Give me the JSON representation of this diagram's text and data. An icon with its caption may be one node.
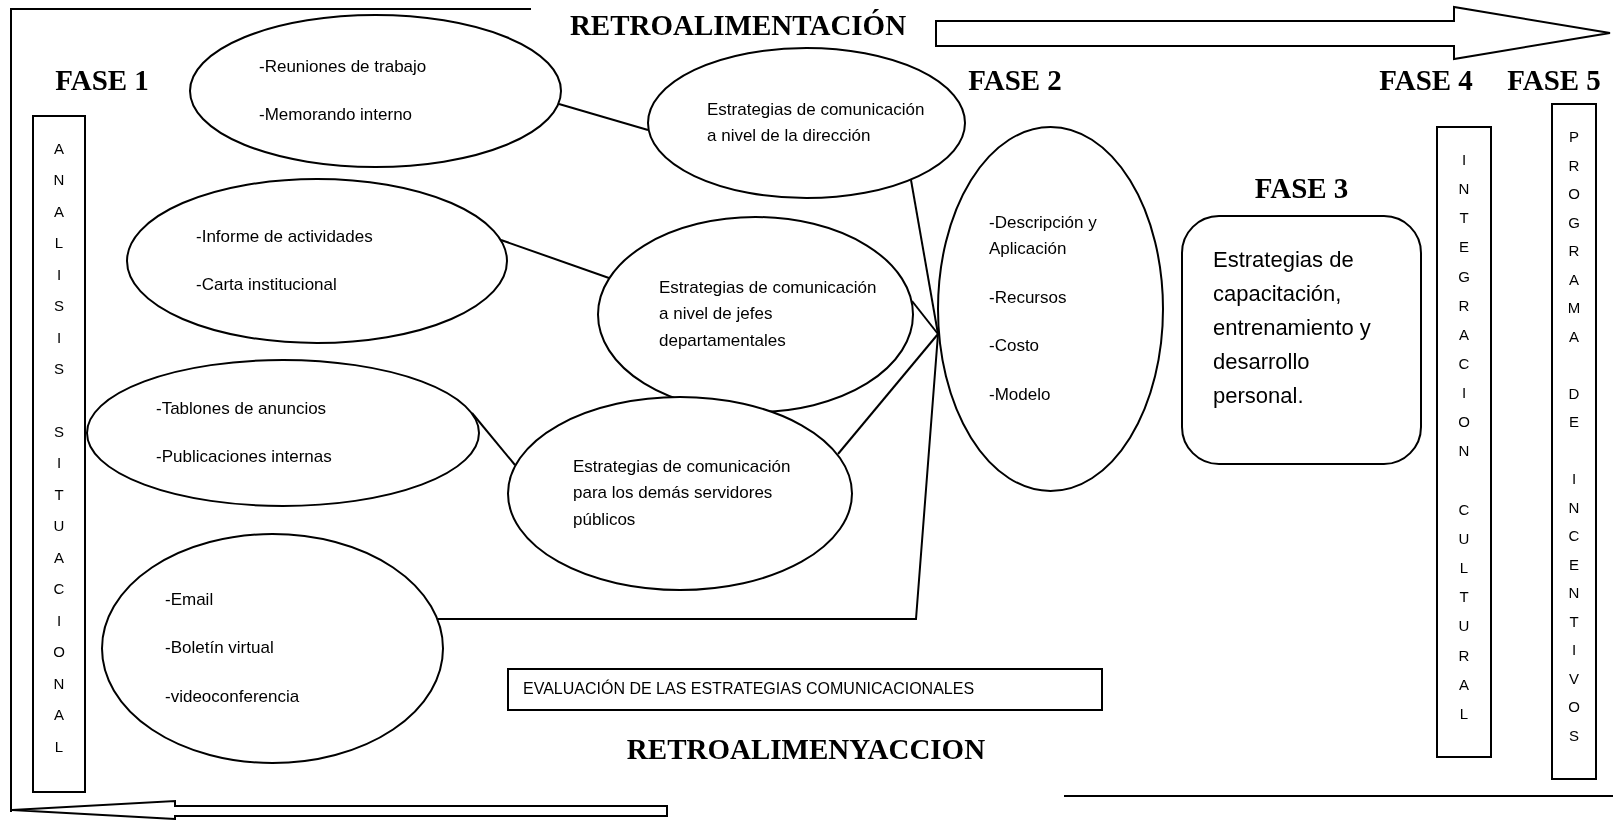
{
  "diagram": {
    "nodes": [
      {
        "text": [
          "ANALISIS SITUACIONAL"
        ]
      },
      {
        "text": [
          "-Reuniones de trabajo",
          "-Memorando interno"
        ]
      },
      {
        "text": [
          "Estrategias de comunicación a nivel de la dirección"
        ]
      },
      {
        "text": [
          "-Informe de actividades",
          "-Carta institucional"
        ]
      },
      {
        "text": [
          "Estrategias de comunicación a nivel de jefes departamentales"
        ]
      },
      {
        "text": [
          "-Tablones de anuncios",
          "-Publicaciones internas"
        ]
      },
      {
        "text": [
          "Estrategias de comunicación para los demás servidores públicos"
        ]
      },
      {
        "text": [
          "-Email",
          "-Boletín virtual",
          "-videoconferencia"
        ]
      },
      {
        "text": [
          "-Descripción y Aplicación",
          "-Recursos",
          "-Costo",
          "-Modelo"
        ]
      },
      {
        "text": [
          "Estrategias de capacitación, entrenamiento y desarrollo personal."
        ],
        "beside": [
          "FASE 3"
        ]
      },
      {
        "text": [
          "INTEGRACION CULTURAL"
        ]
      },
      {
        "text": [
          "PROGRAMA DE INCENTIVOS"
        ]
      },
      {
        "text": [
          "EVALUACIÓN DE LAS ESTRATEGIAS COMUNICACIONALES"
        ]
      }
    ],
    "edges": [
      {
        "from": 1,
        "to": 2,
        "arrow": "none"
      },
      {
        "from": 3,
        "to": 4,
        "arrow": "none"
      },
      {
        "from": 5,
        "to": 6,
        "arrow": "none"
      },
      {
        "from": 2,
        "to": 8,
        "arrow": "none"
      },
      {
        "from": 4,
        "to": 8,
        "arrow": "none"
      },
      {
        "from": 6,
        "to": 8,
        "arrow": "none"
      },
      {
        "from": 7,
        "to": 8,
        "arrow": "none"
      }
    ],
    "labels": [
      "RETROALIMENTACIÓN",
      "FASE 1",
      "FASE 2",
      "FASE 4",
      "FASE 5",
      "RETROALIMENYACCION"
    ]
  }
}
